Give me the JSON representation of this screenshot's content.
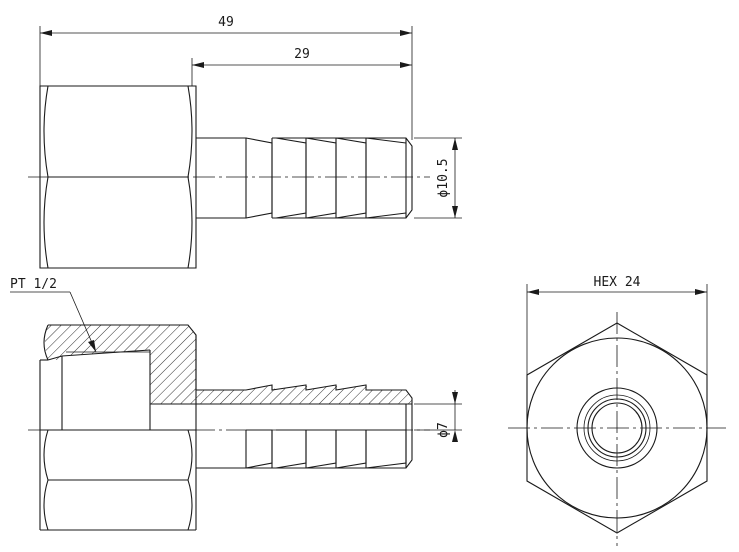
{
  "dimensions": {
    "overall_length": "49",
    "barb_length": "29",
    "barb_od": "ϕ10.5",
    "bore": "ϕ7",
    "hex": "HEX 24"
  },
  "labels": {
    "thread": "PT 1/2"
  }
}
